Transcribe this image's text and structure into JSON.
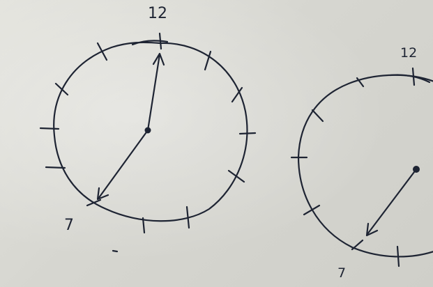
{
  "image": {
    "left_clock": {
      "top_label": "12",
      "hand_label": "7"
    },
    "right_clock": {
      "top_label": "12",
      "hand_label": "7"
    },
    "colors": {
      "paper": "#d9d9d4",
      "ink": "#1e2433"
    }
  }
}
